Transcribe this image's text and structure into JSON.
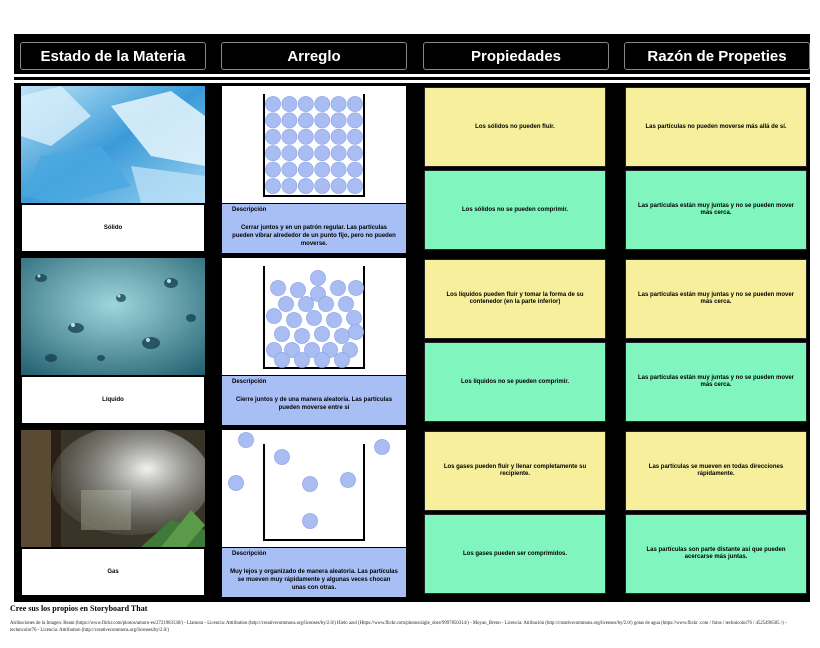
{
  "headers": [
    "Estado de la Materia",
    "Arreglo",
    "Propiedades",
    "Razón de Propeties"
  ],
  "rows": [
    {
      "state": "Sólido",
      "desc_title": "Descripción",
      "desc_body": "Cerrar juntos y en un patrón regular. Las partículas pueden vibrar alrededor de un punto fijo, pero no pueden moverse.",
      "prop1": "Los sólidos no pueden fluir.",
      "prop2": "Los sólidos no se pueden comprimir.",
      "reason1": "Las partículas no pueden moverse más allá de sí.",
      "reason2": "Las partículas están muy juntas y no se pueden mover más cerca."
    },
    {
      "state": "Líquido",
      "desc_title": "Descripción",
      "desc_body": "Cierre juntos y de una manera aleatoria. Las partículas pueden moverse entre sí",
      "prop1": "Los líquidos pueden fluir y tomar la forma de su contenedor (en la parte inferior)",
      "prop2": "Los líquidos no se pueden comprimir.",
      "reason1": "Las partículas están muy juntas y no se pueden mover más cerca.",
      "reason2": "Las partículas están muy juntas y no se pueden mover más cerca."
    },
    {
      "state": "Gas",
      "desc_title": "Descripción",
      "desc_body": "Muy lejos y organizado de manera aleatoria. Las partículas se mueven muy rápidamente y algunas veces chocan unas con otras.",
      "prop1": "Los gases pueden fluir y llenar completamente su recipiente.",
      "prop2": "Los gases pueden ser comprimidos.",
      "reason1": "Las partículas se mueven en todas direcciones rápidamente.",
      "reason2": "Las partículas son parte distante así que pueden acercarse más juntas."
    }
  ],
  "footer": {
    "credit": "Cree sus los propios en Storyboard That",
    "attributions": "Atribuciones de la Imagen: Beam (https://www.flickr.com/photos/amoro-es/2721983138/) - Llamora - Licencia: Attribution (http://creativecommons.org/licenses/by/2.0/) Hielo azul (Https://www.flickr.com/photos/aigle_dore/9997850314/) - Moyan_Brenn - Licencia: Atribución (http://creativecommons.org/licenses/by/2.0/) gotas de agua (https://www.flickr .com / fotos / technicolor76 / 4525496505 /) - technicolor76 - Licencia: Attribution (http://creativecommons.org/licenses/by/2.0/)"
  },
  "colors": {
    "yellow": "#f7ef9c",
    "green": "#80f5bd",
    "description": "#a8bff5",
    "particle": "#a9bdf3"
  }
}
